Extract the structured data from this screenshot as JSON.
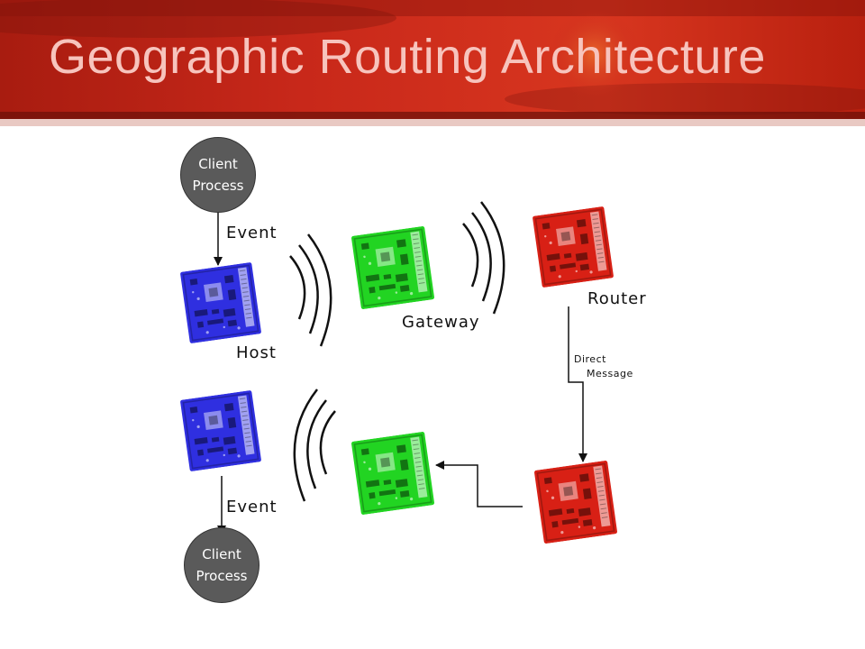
{
  "title": "Geographic Routing Architecture",
  "colors": {
    "banner_red": "#c8281a",
    "banner_dark": "#7a130c",
    "title_text": "#f7c4bd",
    "host_board": "#2f2fe0",
    "gateway_board": "#22d422",
    "router_board": "#d82015",
    "client_node": "#5a5a5a"
  },
  "nodes": {
    "client_top": {
      "line1": "Client",
      "line2": "Process"
    },
    "client_bottom": {
      "line1": "Client",
      "line2": "Process"
    },
    "host_label": "Host",
    "gateway_label": "Gateway",
    "router_label": "Router"
  },
  "edges": {
    "event_top": "Event",
    "event_bottom": "Event",
    "direct_message_line1": "Direct",
    "direct_message_line2": "Message"
  }
}
